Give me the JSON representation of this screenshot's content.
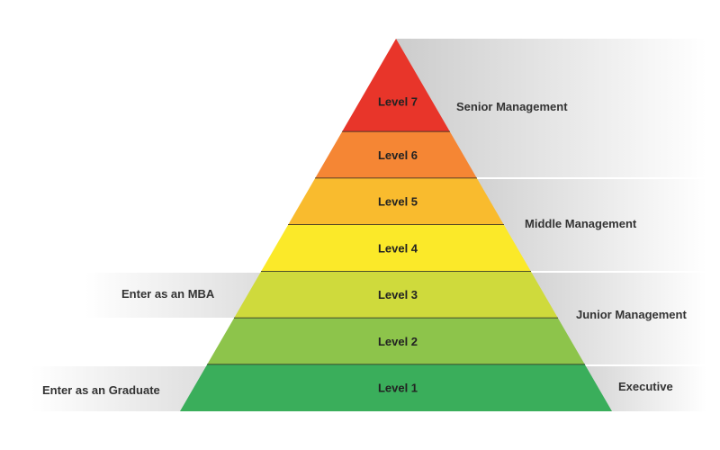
{
  "levels": [
    {
      "label": "Level 7",
      "color": "#e8352a"
    },
    {
      "label": "Level 6",
      "color": "#f58634"
    },
    {
      "label": "Level 5",
      "color": "#f9bb2e"
    },
    {
      "label": "Level 4",
      "color": "#fbe929"
    },
    {
      "label": "Level 3",
      "color": "#cfda3c"
    },
    {
      "label": "Level 2",
      "color": "#8dc44b"
    },
    {
      "label": "Level 1",
      "color": "#3aae5b"
    }
  ],
  "right_groups": [
    {
      "label": "Senior Management"
    },
    {
      "label": "Middle Management"
    },
    {
      "label": "Junior Management"
    },
    {
      "label": "Executive"
    }
  ],
  "left_entries": [
    {
      "label": "Enter as an MBA"
    },
    {
      "label": "Enter as an Graduate"
    }
  ],
  "colors": {
    "band_dark": "#cccccc",
    "band_light": "#f4f4f4",
    "divider": "#222222"
  }
}
